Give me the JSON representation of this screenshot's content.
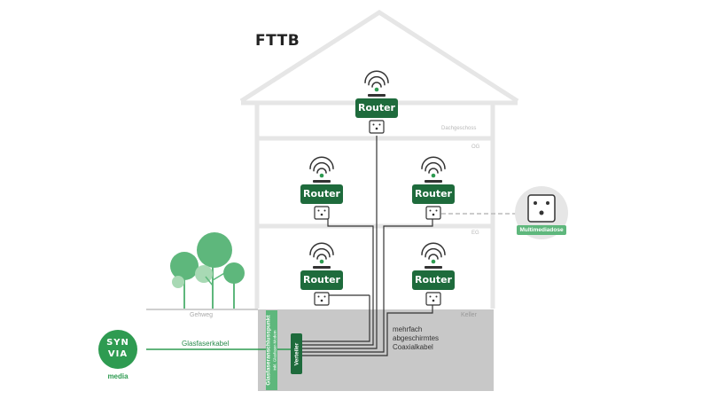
{
  "diagram": {
    "title": "FTTB",
    "floors": {
      "attic": "Dachgeschoss",
      "upper": "OG",
      "ground": "EG",
      "basement": "Keller"
    },
    "router_label": "Router",
    "sidewalk_label": "Gehweg",
    "fiber_cable_label": "Glasfaserkabel",
    "distributor_label": "Verteiler",
    "fiber_connection_label": "Glasfaseranschlusspunkt",
    "fiber_connection_sublabel": "inkl. Glasfaser-Modem",
    "coax_label": [
      "mehrfach",
      "abgeschirmtes",
      "Coaxialkabel"
    ],
    "media_socket_label": "Multimediadose",
    "logo": {
      "line1": "SYN",
      "line2": "VIA",
      "tagline": "media"
    },
    "colors": {
      "router_green": "#1e6b3c",
      "brand_green": "#2e9b51",
      "light_green": "#5eb77c",
      "house_outline": "#e6e6e6",
      "basement_gray": "#c8c8c8"
    }
  }
}
